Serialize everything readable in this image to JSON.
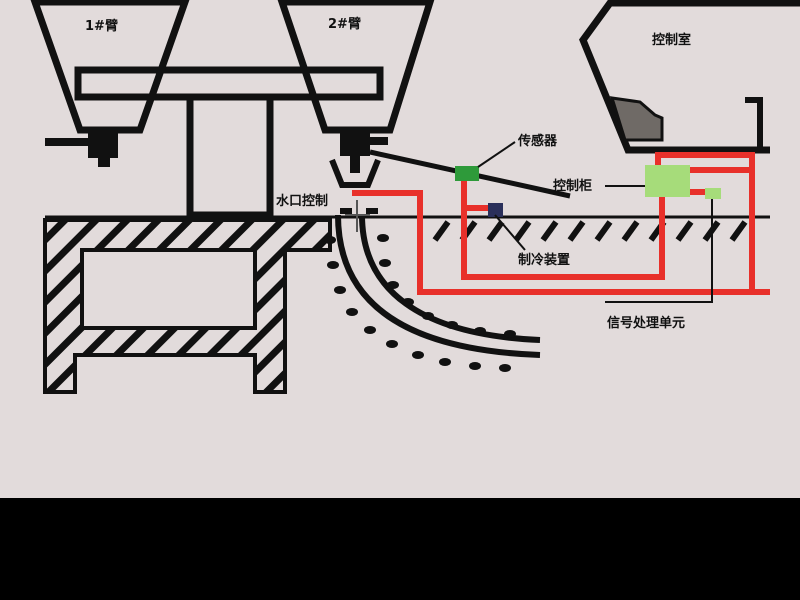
{
  "labels": {
    "ladle1": "1#臂",
    "ladle2": "2#臂",
    "control_room": "控制室",
    "sensor": "传感器",
    "control_cabinet": "控制柜",
    "nozzle_control": "水口控制",
    "cooling_device": "制冷装置",
    "signal_unit": "信号处理单元"
  },
  "colors": {
    "background": "#e2dbdb",
    "line": "#111111",
    "pipe": "#e8302a",
    "sensor": "#2e9a3a",
    "cabinet": "#a6dc7a",
    "cooling": "#2a2f5a",
    "control_room_panel": "#6f6a66"
  }
}
